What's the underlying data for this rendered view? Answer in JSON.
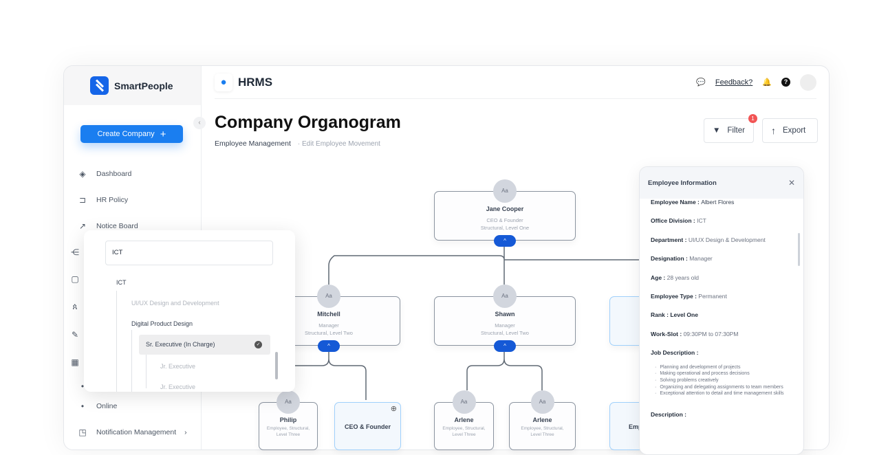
{
  "brand": {
    "name": "SmartPeople"
  },
  "sidebar": {
    "create_label": "Create Company",
    "create_icon": "plus-icon",
    "items": [
      {
        "label": "Dashboard",
        "icon": "layers-icon"
      },
      {
        "label": "HR Policy",
        "icon": "ticket-icon"
      },
      {
        "label": "Notice Board",
        "icon": "chart-icon"
      },
      {
        "label": "Online",
        "icon": "dot-icon"
      },
      {
        "label": "Notification Management",
        "icon": "notification-icon"
      }
    ]
  },
  "header": {
    "app": "HRMS",
    "feedback": "Feedback?"
  },
  "page": {
    "title": "Company Organogram",
    "breadcrumb": [
      "Employee Management",
      "Edit Employee Movement"
    ],
    "filter_label": "Filter",
    "filter_count": "1",
    "export_label": "Export"
  },
  "org": {
    "root": {
      "avatar": "Aa",
      "name": "Jane Cooper",
      "role": "CEO & Founder",
      "level": "Structural, Level One"
    },
    "level2": [
      {
        "avatar": "Aa",
        "name": "Mitchell",
        "role": "Manager",
        "level": "Structural, Level Two"
      },
      {
        "avatar": "Aa",
        "name": "Shawn",
        "role": "Manager",
        "level": "Structural, Level Two"
      }
    ],
    "level3": [
      {
        "avatar": "Aa",
        "name": "Philip",
        "role": "Employee, Structural,",
        "level": "Level Three"
      },
      {
        "name": "CEO & Founder"
      },
      {
        "avatar": "Aa",
        "name": "Arlene",
        "role": "Employee, Structural,",
        "level": "Level Three"
      },
      {
        "avatar": "Aa",
        "name": "Arlene",
        "role": "Employee, Structural,",
        "level": "Level Three"
      },
      {
        "name": "Emp"
      }
    ]
  },
  "info": {
    "title": "Employee Information",
    "fields": [
      {
        "label": "Employee Name :",
        "value": "Albert Flores"
      },
      {
        "label": "Office Division  :",
        "value": "ICT"
      },
      {
        "label": "Department  :",
        "value": "UI/UX Design & Development"
      },
      {
        "label": "Designation :",
        "value": "Manager"
      },
      {
        "label": "Age :",
        "value": "28 years old"
      },
      {
        "label": "Employee Type :",
        "value": "Permanent"
      },
      {
        "label": "Rank : Level One",
        "value": ""
      },
      {
        "label": "Work-Slot :",
        "value": "09:30PM to 07:30PM"
      }
    ],
    "job_label": "Job Description :",
    "job": [
      "Planning and development of projects",
      "Making operational and process decisions",
      "Solving problems creatively",
      "Organizing and delegating assignments to team members",
      "Exceptional attention to detail and time management skills"
    ],
    "desc_label": "Description :"
  },
  "popup": {
    "input": "ICT",
    "tree": [
      "ICT",
      "UI/UX Design and Development",
      "Digital Product Design",
      "Sr. Executive (In Charge)",
      "Jr. Executive",
      "Jr. Executive"
    ]
  }
}
